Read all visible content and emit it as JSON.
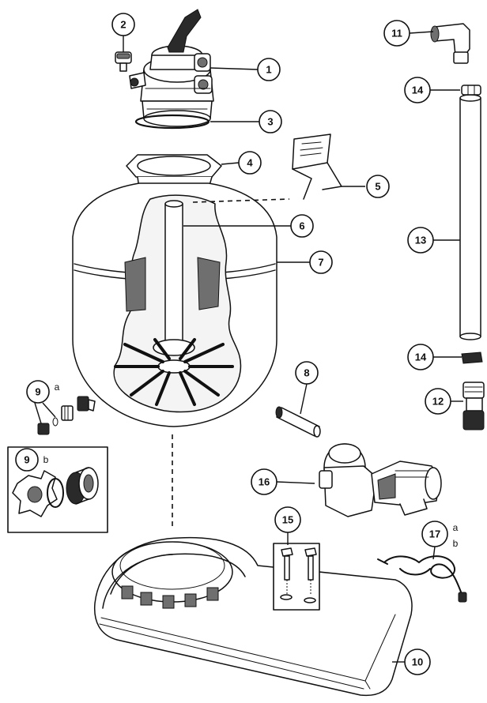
{
  "callouts": {
    "p1": "1",
    "p2": "2",
    "p3": "3",
    "p4": "4",
    "p5": "5",
    "p6": "6",
    "p7": "7",
    "p8": "8",
    "p9a_num": "9",
    "p9a_sub": "a",
    "p9b_num": "9",
    "p9b_sub": "b",
    "p10": "10",
    "p11": "11",
    "p12": "12",
    "p13": "13",
    "p14_top": "14",
    "p14_bottom": "14",
    "p15": "15",
    "p16": "16",
    "p17_num": "17",
    "p17_sub_a": "a",
    "p17_sub_b": "b"
  },
  "colors": {
    "line": "#111111",
    "paper": "#ffffff",
    "shade": "#6f6f6f"
  }
}
